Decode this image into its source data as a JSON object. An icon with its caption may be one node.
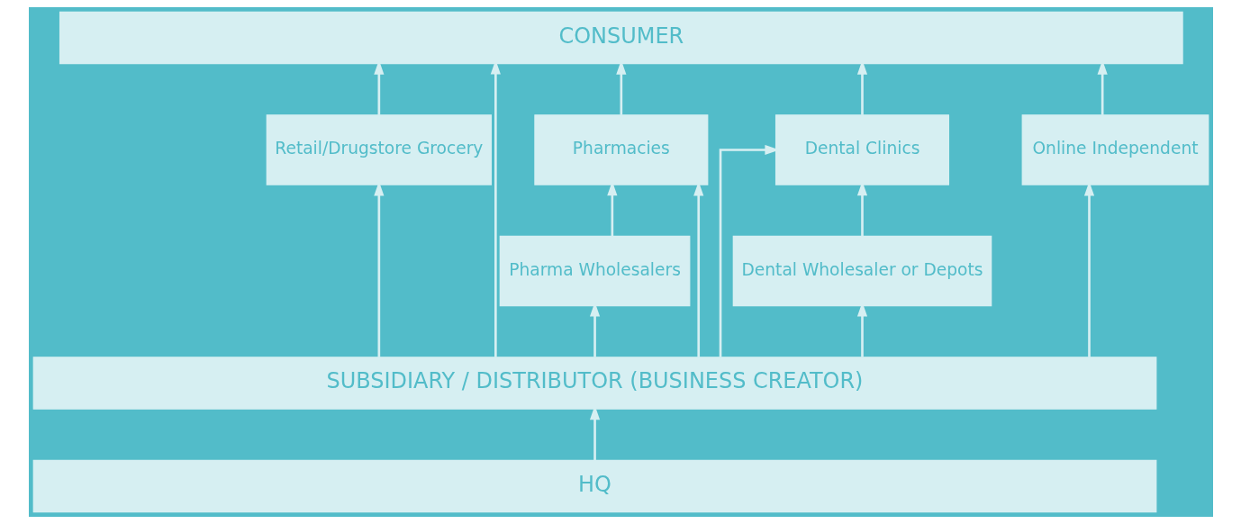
{
  "diagram": {
    "nodes": [
      {
        "text": [
          "CONSUMER"
        ]
      },
      {
        "text": [
          "Retail/Drugstore Grocery"
        ]
      },
      {
        "text": [
          "Pharmacies"
        ]
      },
      {
        "text": [
          "Pharma Wholesalers"
        ]
      },
      {
        "text": [
          "Dental Wholesaler or Depots"
        ]
      },
      {
        "text": [
          "Dental Clinics"
        ]
      },
      {
        "text": [
          "Online Independent"
        ]
      },
      {
        "text": [
          "SUBSIDIARY / DISTRIBUTOR (BUSINESS CREATOR)"
        ]
      },
      {
        "text": [
          "HQ"
        ]
      }
    ],
    "edges": [
      {
        "from": 8,
        "to": 7,
        "arrow": "to"
      },
      {
        "from": 7,
        "to": 1,
        "arrow": "to"
      },
      {
        "from": 7,
        "to": 2,
        "arrow": "to"
      },
      {
        "from": 7,
        "to": 3,
        "arrow": "to"
      },
      {
        "from": 7,
        "to": 0,
        "arrow": "to"
      },
      {
        "from": 7,
        "to": 4,
        "arrow": "to"
      },
      {
        "from": 7,
        "to": 5,
        "arrow": "to"
      },
      {
        "from": 7,
        "to": 6,
        "arrow": "to"
      },
      {
        "from": 1,
        "to": 0,
        "arrow": "to"
      },
      {
        "from": 2,
        "to": 0,
        "arrow": "to"
      },
      {
        "from": 3,
        "to": 2,
        "arrow": "to"
      },
      {
        "from": 4,
        "to": 5,
        "arrow": "to"
      },
      {
        "from": 5,
        "to": 0,
        "arrow": "to"
      },
      {
        "from": 6,
        "to": 0,
        "arrow": "to"
      }
    ]
  }
}
